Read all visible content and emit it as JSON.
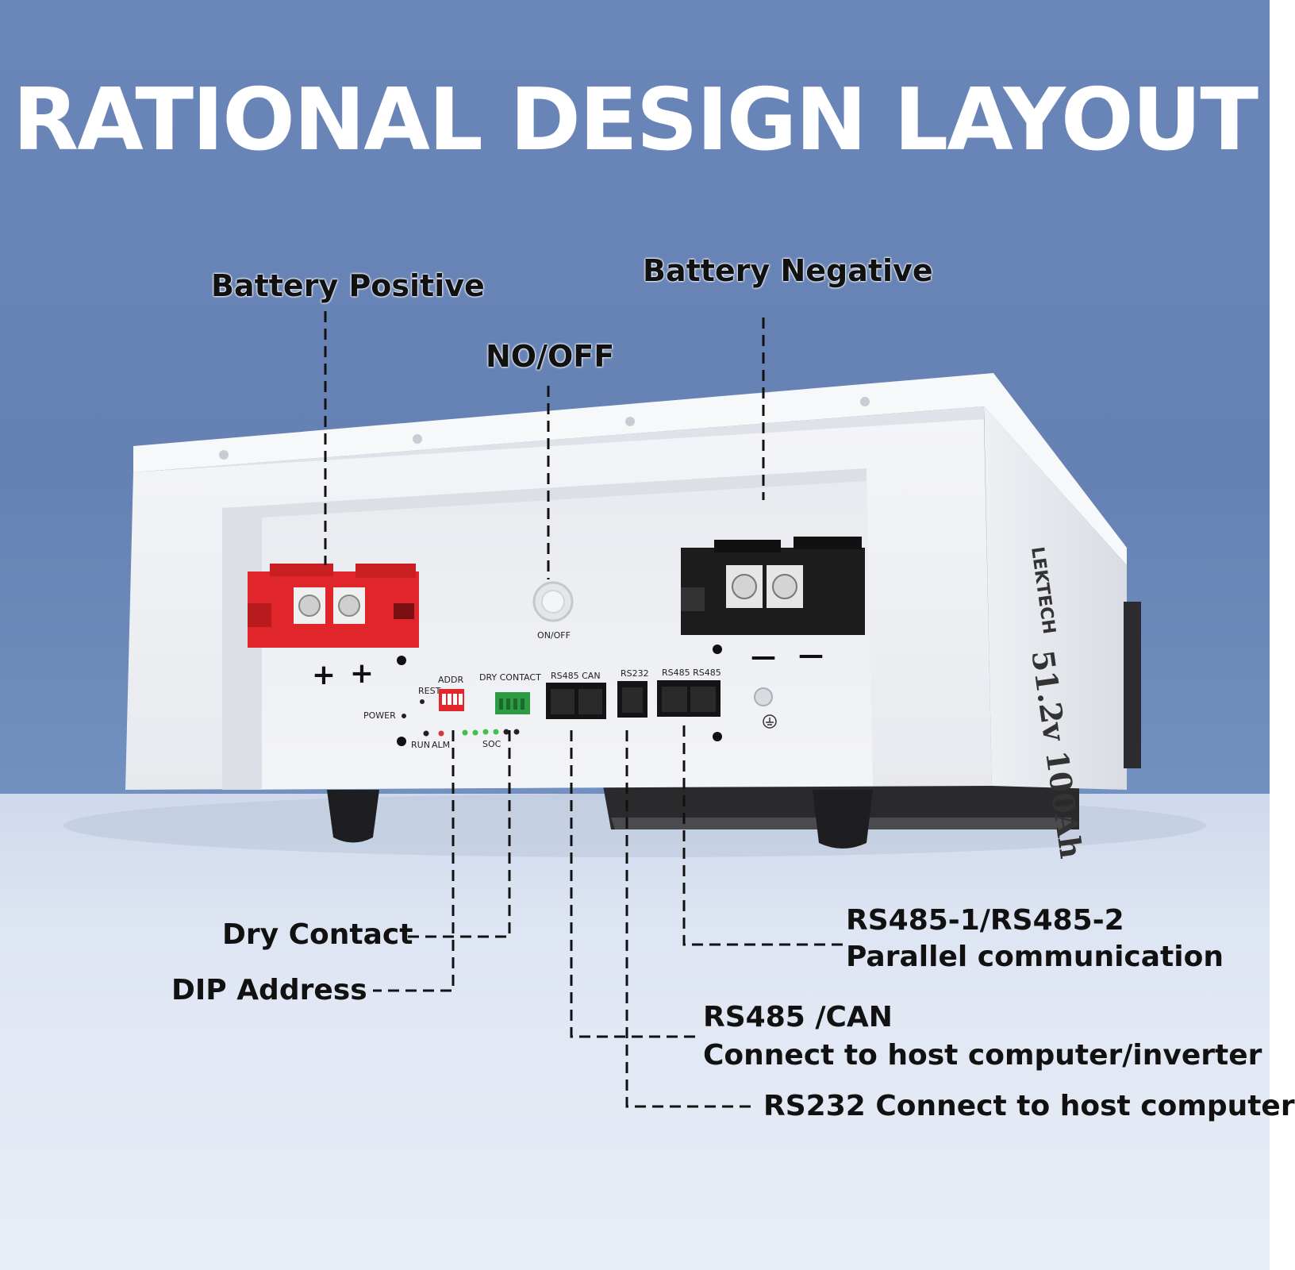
{
  "title": "RATIONAL DESIGN LAYOUT",
  "callouts": {
    "battery_positive": "Battery Positive",
    "battery_negative": "Battery Negative",
    "on_off": "NO/OFF",
    "dry_contact": "Dry Contact",
    "dip_address": "DIP Address",
    "rs485_parallel_line1": "RS485-1/RS485-2",
    "rs485_parallel_line2": "Parallel communication",
    "rs485_can_line1": "RS485 /CAN",
    "rs485_can_line2": "Connect to host computer/inverter",
    "rs232": "RS232 Connect to host computer"
  },
  "panel_labels": {
    "on_off": "ON/OFF",
    "rest": "REST",
    "addr": "ADDR",
    "dry_contact": "DRY CONTACT",
    "rs485_can": "RS485   CAN",
    "rs232": "RS232",
    "rs485_rs485": "RS485  RS485",
    "power": "POWER",
    "run": "RUN",
    "alm": "ALM",
    "soc": "SOC",
    "plus": "+",
    "minus": "—"
  },
  "side_label": {
    "brand": "LEKTECH",
    "rating": "51.2v 100Ah"
  },
  "colors": {
    "background": "#6682b4",
    "positive_terminal": "#e0262a",
    "negative_terminal": "#1c1c1c",
    "soc_led": "#3ec24a",
    "alm_led": "#d33",
    "callout_line": "#111111"
  },
  "icons": {
    "ground": "ground-symbol-icon",
    "power_button": "power-button-icon"
  }
}
